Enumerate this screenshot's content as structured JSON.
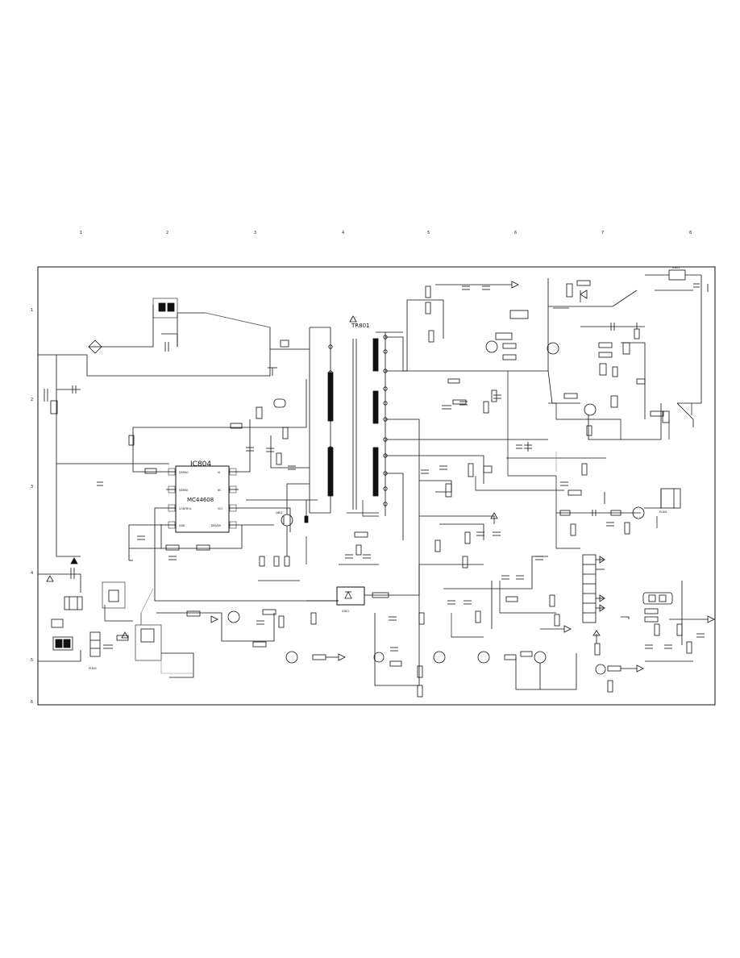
{
  "column_markers": [
    "1",
    "2",
    "3",
    "4",
    "5",
    "6",
    "7",
    "8"
  ],
  "row_markers": [
    "1",
    "2",
    "3",
    "4",
    "5",
    "6"
  ],
  "ic_main": {
    "designator": "IC804",
    "part": "MC44608"
  },
  "ic_pins_left": [
    "DEMAG",
    "ISENSE",
    "CONTROL",
    "GND"
  ],
  "ic_pins_right": [
    "VI",
    "NC",
    "VCC",
    "DRIVER"
  ],
  "transformer": "TR801",
  "part_labels": {
    "d_opto": "IC801",
    "q_main": "Q801",
    "reg_top": "IC805",
    "conn_right": "PL801",
    "conn_left": "PL802"
  },
  "colors": {
    "ink": "#111111",
    "background": "#ffffff"
  }
}
